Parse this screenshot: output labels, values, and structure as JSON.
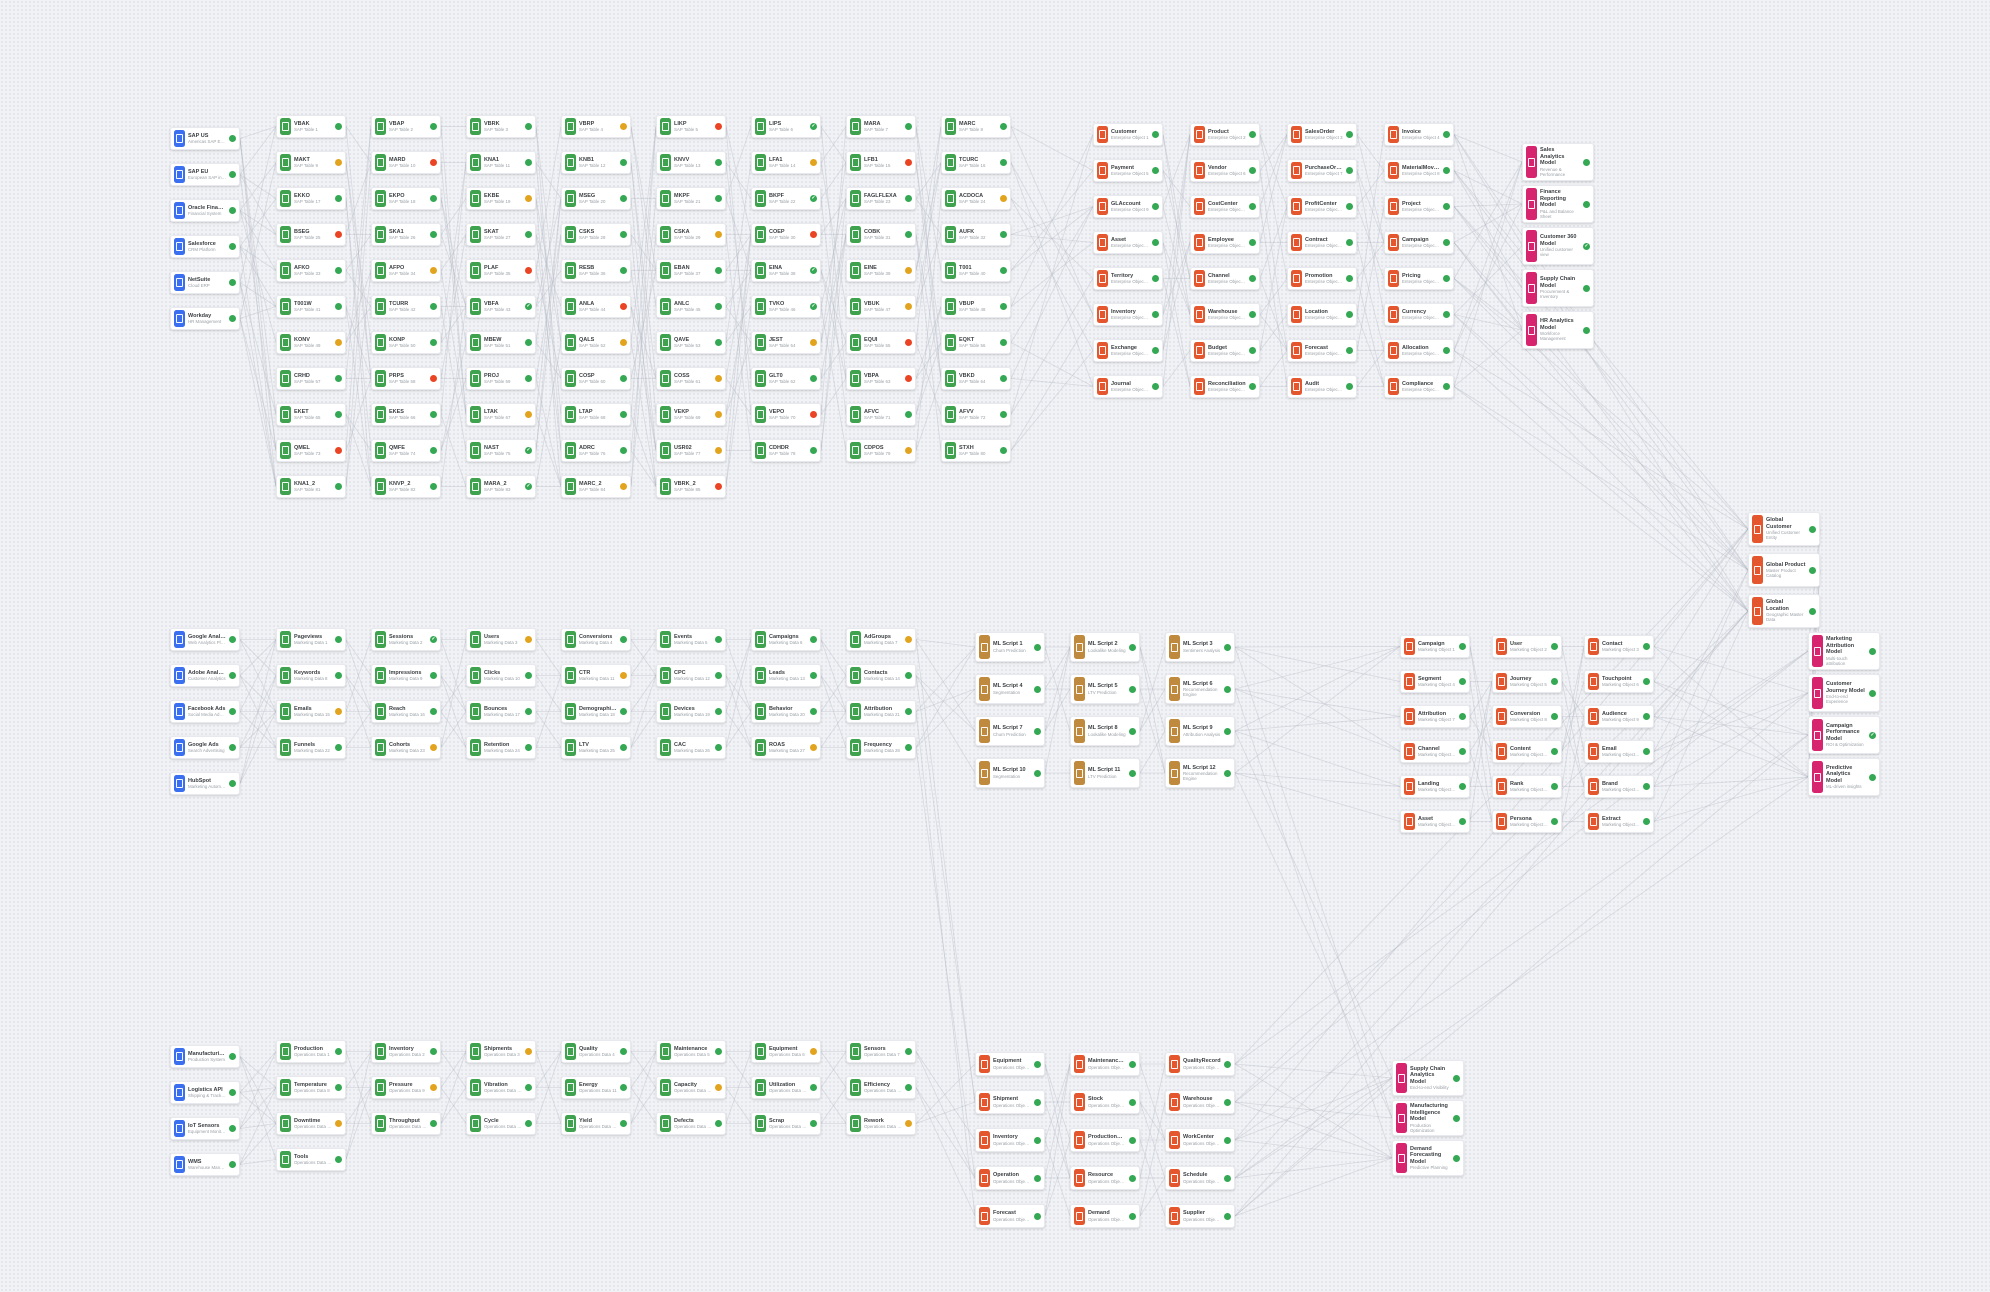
{
  "colors": {
    "source_icon": "#3a6ff0",
    "table_icon": "#3fa24e",
    "object_icon": "#e4572e",
    "script_icon": "#c08a3e",
    "model_icon": "#d6246e",
    "status_ok": "#34a853",
    "status_warn": "#e2a41f",
    "status_error": "#ea4424",
    "canvas_bg": "#f1f2f5",
    "canvas_dot": "#e3e5eb"
  },
  "erp": {
    "sources": [
      [
        "SAP US",
        "Americas SAP ECC",
        "g"
      ],
      [
        "SAP EU",
        "European SAP instance",
        "g"
      ],
      [
        "Oracle Finance",
        "Financial System",
        "g"
      ],
      [
        "Salesforce",
        "CRM Platform",
        "g"
      ],
      [
        "NetSuite",
        "Cloud ERP",
        "g"
      ],
      [
        "Workday",
        "HR Management",
        "g"
      ]
    ],
    "table_subtitle_prefix": "SAP Table",
    "tables": [
      [
        "VBAK",
        "g"
      ],
      [
        "VBAP",
        "g"
      ],
      [
        "VBRK",
        "g"
      ],
      [
        "VBRP",
        "w"
      ],
      [
        "LIKP",
        "r"
      ],
      [
        "LIPS",
        "c"
      ],
      [
        "MARA",
        "g"
      ],
      [
        "MARC",
        "g"
      ],
      [
        "MAKT",
        "w"
      ],
      [
        "MARD",
        "r"
      ],
      [
        "KNA1",
        "g"
      ],
      [
        "KNB1",
        "g"
      ],
      [
        "KNVV",
        "g"
      ],
      [
        "LFA1",
        "w"
      ],
      [
        "LFB1",
        "r"
      ],
      [
        "TCURC",
        "g"
      ],
      [
        "EKKO",
        "g"
      ],
      [
        "EKPO",
        "g"
      ],
      [
        "EKBE",
        "w"
      ],
      [
        "MSEG",
        "g"
      ],
      [
        "MKPF",
        "g"
      ],
      [
        "BKPF",
        "c"
      ],
      [
        "FAGLFLEXA",
        "g"
      ],
      [
        "ACDOCA",
        "w"
      ],
      [
        "BSEG",
        "r"
      ],
      [
        "SKA1",
        "g"
      ],
      [
        "SKAT",
        "g"
      ],
      [
        "CSKS",
        "g"
      ],
      [
        "CSKA",
        "w"
      ],
      [
        "COEP",
        "r"
      ],
      [
        "COBK",
        "g"
      ],
      [
        "AUFK",
        "g"
      ],
      [
        "AFKO",
        "g"
      ],
      [
        "AFPO",
        "w"
      ],
      [
        "PLAF",
        "r"
      ],
      [
        "RESB",
        "g"
      ],
      [
        "EBAN",
        "g"
      ],
      [
        "EINA",
        "c"
      ],
      [
        "EINE",
        "w"
      ],
      [
        "T001",
        "g"
      ],
      [
        "T001W",
        "g"
      ],
      [
        "TCURR",
        "g"
      ],
      [
        "VBFA",
        "c"
      ],
      [
        "ANLA",
        "r"
      ],
      [
        "ANLC",
        "g"
      ],
      [
        "TVKO",
        "c"
      ],
      [
        "VBUK",
        "w"
      ],
      [
        "VBUP",
        "g"
      ],
      [
        "KONV",
        "w"
      ],
      [
        "KONP",
        "g"
      ],
      [
        "MBEW",
        "g"
      ],
      [
        "QALS",
        "w"
      ],
      [
        "QAVE",
        "g"
      ],
      [
        "JEST",
        "w"
      ],
      [
        "EQUI",
        "r"
      ],
      [
        "EQKT",
        "g"
      ],
      [
        "CRHD",
        "g"
      ],
      [
        "PRPS",
        "r"
      ],
      [
        "PROJ",
        "g"
      ],
      [
        "COSP",
        "g"
      ],
      [
        "COSS",
        "w"
      ],
      [
        "GLT0",
        "g"
      ],
      [
        "VBPA",
        "r"
      ],
      [
        "VBKD",
        "g"
      ],
      [
        "EKET",
        "g"
      ],
      [
        "EKES",
        "g"
      ],
      [
        "LTAK",
        "w"
      ],
      [
        "LTAP",
        "g"
      ],
      [
        "VEKP",
        "w"
      ],
      [
        "VEPO",
        "r"
      ],
      [
        "AFVC",
        "g"
      ],
      [
        "AFVV",
        "g"
      ],
      [
        "QMEL",
        "r"
      ],
      [
        "QMFE",
        "g"
      ],
      [
        "NAST",
        "c"
      ],
      [
        "ADRC",
        "g"
      ],
      [
        "USR02",
        "w"
      ],
      [
        "CDHDR",
        "g"
      ],
      [
        "CDPOS",
        "w"
      ],
      [
        "STXH",
        "g"
      ],
      [
        "KNA1_2",
        "g"
      ],
      [
        "KNVP_2",
        "g"
      ],
      [
        "MARA_2",
        "c"
      ],
      [
        "MARC_2",
        "w"
      ],
      [
        "VBRK_2",
        "r"
      ]
    ],
    "object_subtitle_prefix": "Enterprise Object",
    "objects": [
      [
        "Customer",
        "g"
      ],
      [
        "Product",
        "g"
      ],
      [
        "SalesOrder",
        "g"
      ],
      [
        "Invoice",
        "g"
      ],
      [
        "Payment",
        "g"
      ],
      [
        "Vendor",
        "g"
      ],
      [
        "PurchaseOrder",
        "g"
      ],
      [
        "MaterialMovement",
        "g"
      ],
      [
        "GLAccount",
        "g"
      ],
      [
        "CostCenter",
        "g"
      ],
      [
        "ProfitCenter",
        "g"
      ],
      [
        "Project",
        "g"
      ],
      [
        "Asset",
        "g"
      ],
      [
        "Employee",
        "g"
      ],
      [
        "Contract",
        "g"
      ],
      [
        "Campaign",
        "g"
      ],
      [
        "Territory",
        "g"
      ],
      [
        "Channel",
        "g"
      ],
      [
        "Promotion",
        "g"
      ],
      [
        "Pricing",
        "g"
      ],
      [
        "Inventory",
        "g"
      ],
      [
        "Warehouse",
        "g"
      ],
      [
        "Location",
        "g"
      ],
      [
        "Currency",
        "g"
      ],
      [
        "Exchange",
        "g"
      ],
      [
        "Budget",
        "g"
      ],
      [
        "Forecast",
        "g"
      ],
      [
        "Allocation",
        "g"
      ],
      [
        "Journal",
        "g"
      ],
      [
        "Reconciliation",
        "g"
      ],
      [
        "Audit",
        "g"
      ],
      [
        "Compliance",
        "g"
      ]
    ],
    "models": [
      [
        "Sales Analytics Model",
        "Revenue & Performance",
        "g"
      ],
      [
        "Finance Reporting Model",
        "P&L and Balance Sheet",
        "g"
      ],
      [
        "Customer 360 Model",
        "Unified customer view",
        "c"
      ],
      [
        "Supply Chain Model",
        "Procurement & Inventory",
        "g"
      ],
      [
        "HR Analytics Model",
        "Workforce Management",
        "g"
      ]
    ]
  },
  "global_masters": [
    [
      "Global Customer",
      "Unified Customer Entity",
      "g"
    ],
    [
      "Global Product",
      "Master Product Catalog",
      "g"
    ],
    [
      "Global Location",
      "Geographic Master Data",
      "g"
    ]
  ],
  "marketing": {
    "sources": [
      [
        "Google Analytics",
        "Web Analytics Platform",
        "g"
      ],
      [
        "Adobe Analytics",
        "Customer Analytics",
        "g"
      ],
      [
        "Facebook Ads",
        "Social Media Advertising",
        "g"
      ],
      [
        "Google Ads",
        "Search Advertising",
        "g"
      ],
      [
        "HubSpot",
        "Marketing Automation",
        "g"
      ]
    ],
    "data_subtitle_prefix": "Marketing Data",
    "data": [
      [
        "Pageviews",
        "g"
      ],
      [
        "Sessions",
        "c"
      ],
      [
        "Users",
        "w"
      ],
      [
        "Conversions",
        "g"
      ],
      [
        "Events",
        "g"
      ],
      [
        "Campaigns",
        "g"
      ],
      [
        "AdGroups",
        "w"
      ],
      [
        "Keywords",
        "g"
      ],
      [
        "Impressions",
        "g"
      ],
      [
        "Clicks",
        "g"
      ],
      [
        "CTR",
        "w"
      ],
      [
        "CPC",
        "g"
      ],
      [
        "Leads",
        "g"
      ],
      [
        "Contacts",
        "g"
      ],
      [
        "Emails",
        "w"
      ],
      [
        "Reach",
        "g"
      ],
      [
        "Bounces",
        "g"
      ],
      [
        "Demographics",
        "g"
      ],
      [
        "Devices",
        "g"
      ],
      [
        "Behavior",
        "g"
      ],
      [
        "Attribution",
        "g"
      ],
      [
        "Funnels",
        "g"
      ],
      [
        "Cohorts",
        "w"
      ],
      [
        "Retention",
        "g"
      ],
      [
        "LTV",
        "g"
      ],
      [
        "CAC",
        "g"
      ],
      [
        "ROAS",
        "w"
      ],
      [
        "Frequency",
        "g"
      ]
    ],
    "scripts": [
      [
        "ML Script 1",
        "Churn Prediction",
        "g"
      ],
      [
        "ML Script 2",
        "Lookalike Modeling",
        "g"
      ],
      [
        "ML Script 3",
        "Sentiment Analysis",
        "g"
      ],
      [
        "ML Script 4",
        "Segmentation",
        "g"
      ],
      [
        "ML Script 5",
        "LTV Prediction",
        "g"
      ],
      [
        "ML Script 6",
        "Recommendation Engine",
        "g"
      ],
      [
        "ML Script 7",
        "Churn Prediction",
        "g"
      ],
      [
        "ML Script 8",
        "Lookalike Modeling",
        "g"
      ],
      [
        "ML Script 9",
        "Attribution Analysis",
        "g"
      ],
      [
        "ML Script 10",
        "Segmentation",
        "g"
      ],
      [
        "ML Script 11",
        "LTV Prediction",
        "g"
      ],
      [
        "ML Script 12",
        "Recommendation Engine",
        "g"
      ]
    ],
    "object_subtitle_prefix": "Marketing Object",
    "objects": [
      [
        "Campaign",
        "g"
      ],
      [
        "User",
        "g"
      ],
      [
        "Contact",
        "g"
      ],
      [
        "Segment",
        "g"
      ],
      [
        "Journey",
        "g"
      ],
      [
        "Touchpoint",
        "g"
      ],
      [
        "Attribution",
        "g"
      ],
      [
        "Conversion",
        "g"
      ],
      [
        "Audience",
        "g"
      ],
      [
        "Channel",
        "g"
      ],
      [
        "Content",
        "g"
      ],
      [
        "Email",
        "g"
      ],
      [
        "Landing",
        "g"
      ],
      [
        "Rank",
        "g"
      ],
      [
        "Brand",
        "g"
      ],
      [
        "Asset",
        "g"
      ],
      [
        "Persona",
        "g"
      ],
      [
        "Extract",
        "g"
      ]
    ],
    "models": [
      [
        "Marketing Attribution Model",
        "Multi-touch attribution",
        "g"
      ],
      [
        "Customer Journey Model",
        "End-to-end Experience",
        "g"
      ],
      [
        "Campaign Performance Model",
        "ROI & Optimization",
        "c"
      ],
      [
        "Predictive Analytics Model",
        "ML-driven insights",
        "g"
      ]
    ]
  },
  "operations": {
    "sources": [
      [
        "Manufacturing ERP",
        "Production System",
        "g"
      ],
      [
        "Logistics API",
        "Shipping & Tracking",
        "g"
      ],
      [
        "IoT Sensors",
        "Equipment Monitoring",
        "g"
      ],
      [
        "WMS",
        "Warehouse Management",
        "g"
      ]
    ],
    "data_subtitle_prefix": "Operations Data",
    "data": [
      [
        "Production",
        "g"
      ],
      [
        "Inventory",
        "g"
      ],
      [
        "Shipments",
        "w"
      ],
      [
        "Quality",
        "g"
      ],
      [
        "Maintenance",
        "g"
      ],
      [
        "Equipment",
        "w"
      ],
      [
        "Sensors",
        "g"
      ],
      [
        "Temperature",
        "g"
      ],
      [
        "Pressure",
        "w"
      ],
      [
        "Vibration",
        "g"
      ],
      [
        "Energy",
        "g"
      ],
      [
        "Capacity",
        "w"
      ],
      [
        "Utilization",
        "g"
      ],
      [
        "Efficiency",
        "g"
      ],
      [
        "Downtime",
        "w"
      ],
      [
        "Throughput",
        "g"
      ],
      [
        "Cycle",
        "g"
      ],
      [
        "Yield",
        "g"
      ],
      [
        "Defects",
        "g"
      ],
      [
        "Scrap",
        "g"
      ],
      [
        "Rework",
        "w"
      ],
      [
        "Tools",
        "g"
      ]
    ],
    "object_subtitle_prefix": "Operations Object",
    "objects": [
      [
        "Equipment",
        "g"
      ],
      [
        "MaintenanceOrder",
        "g"
      ],
      [
        "QualityRecord",
        "g"
      ],
      [
        "Shipment",
        "g"
      ],
      [
        "Stock",
        "g"
      ],
      [
        "Warehouse",
        "g"
      ],
      [
        "Inventory",
        "g"
      ],
      [
        "ProductionOrder",
        "g"
      ],
      [
        "WorkCenter",
        "g"
      ],
      [
        "Operation",
        "g"
      ],
      [
        "Resource",
        "g"
      ],
      [
        "Schedule",
        "g"
      ],
      [
        "Forecast",
        "g"
      ],
      [
        "Demand",
        "g"
      ],
      [
        "Supplier",
        "g"
      ]
    ],
    "models": [
      [
        "Supply Chain Analytics Model",
        "End-to-end Visibility",
        "g"
      ],
      [
        "Manufacturing Intelligence Model",
        "Production Optimization",
        "g"
      ],
      [
        "Demand Forecasting Model",
        "Predictive Planning",
        "g"
      ]
    ]
  }
}
